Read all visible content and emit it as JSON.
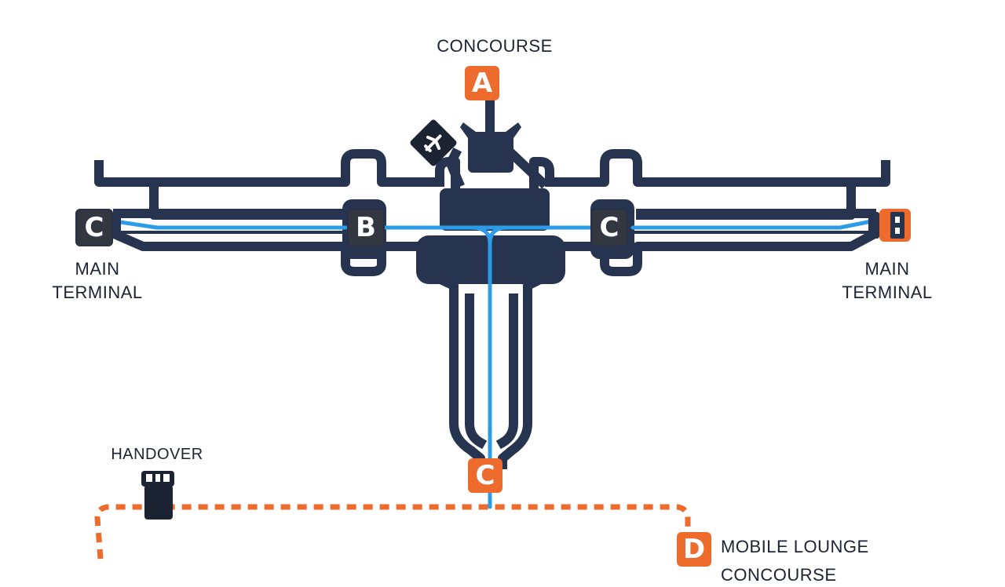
{
  "labels": {
    "concourse_top": "CONCOURSE",
    "main_terminal_left": [
      "MAIN",
      "TERMINAL"
    ],
    "main_terminal_right": [
      "MAIN",
      "TERMINAL"
    ],
    "handover": "HANDOVER",
    "mobile_lounge": [
      "MOBILE LOUNGE",
      "CONCOURSE"
    ]
  },
  "badges": {
    "a_top": "A",
    "c_left": "C",
    "b_center": "B",
    "c_center_right": "C",
    "c_bottom": "C",
    "d_bottom_right": "D"
  },
  "colors": {
    "track": "#27344f",
    "flow": "#2d9ce8",
    "accent": "#ec6b2d",
    "badge_dark": "#333740",
    "ink": "#1c2333"
  },
  "icons": {
    "plane": "plane-icon",
    "gate": "gate-icon",
    "vehicle": "mobile-lounge-vehicle-icon",
    "right_end_cap": "terminal-end-cap-icon"
  }
}
